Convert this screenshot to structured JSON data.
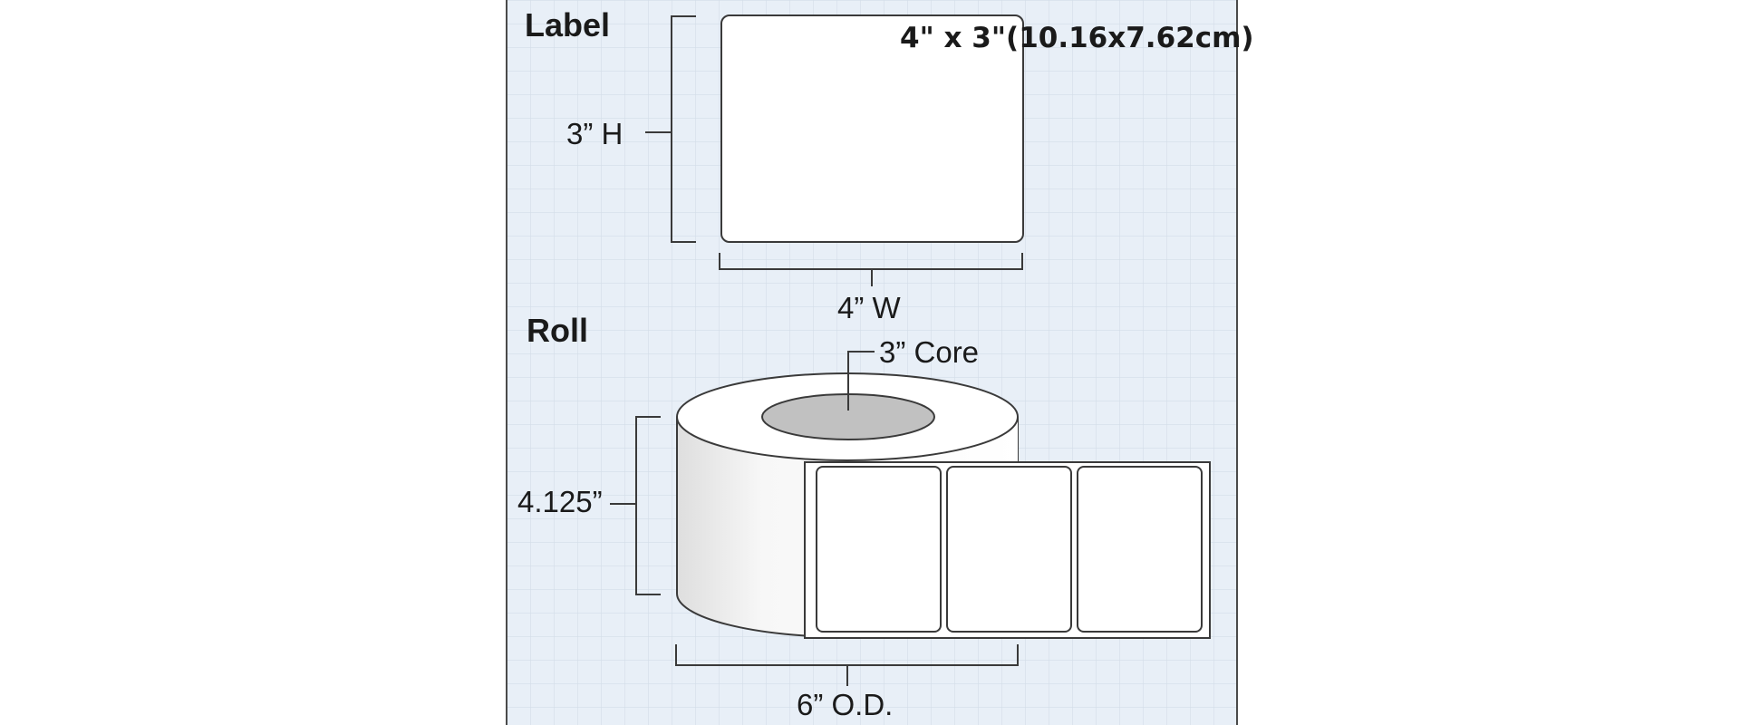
{
  "label_section": {
    "heading": "Label",
    "size_text": "4\" x 3\"(10.16x7.62cm)",
    "height_label": "3” H",
    "width_label": "4” W"
  },
  "roll_section": {
    "heading": "Roll",
    "core_label": "3” Core",
    "height_label": "4.125”",
    "od_label": "6” O.D.",
    "labels_on_roll": 3
  },
  "colors": {
    "grid_background": "#e8eff7",
    "grid_line": "#d3dde8",
    "core_fill": "#c1c1c1",
    "outline": "#3a3a3a"
  }
}
